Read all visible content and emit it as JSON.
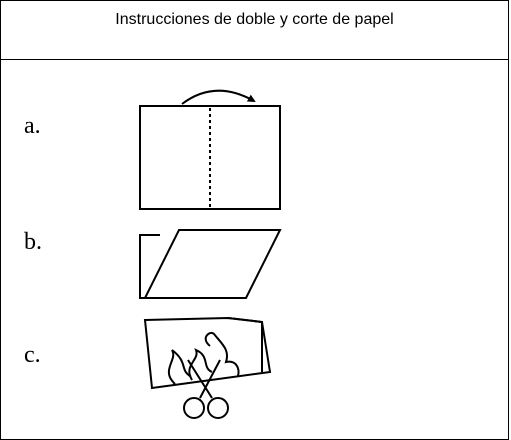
{
  "header": {
    "title": "Instrucciones de doble y corte de papel"
  },
  "steps": [
    {
      "label": "a.",
      "icon": "paper-fold-icon"
    },
    {
      "label": "b.",
      "icon": "folded-paper-icon"
    },
    {
      "label": "c.",
      "icon": "paper-cut-scissors-icon"
    }
  ]
}
